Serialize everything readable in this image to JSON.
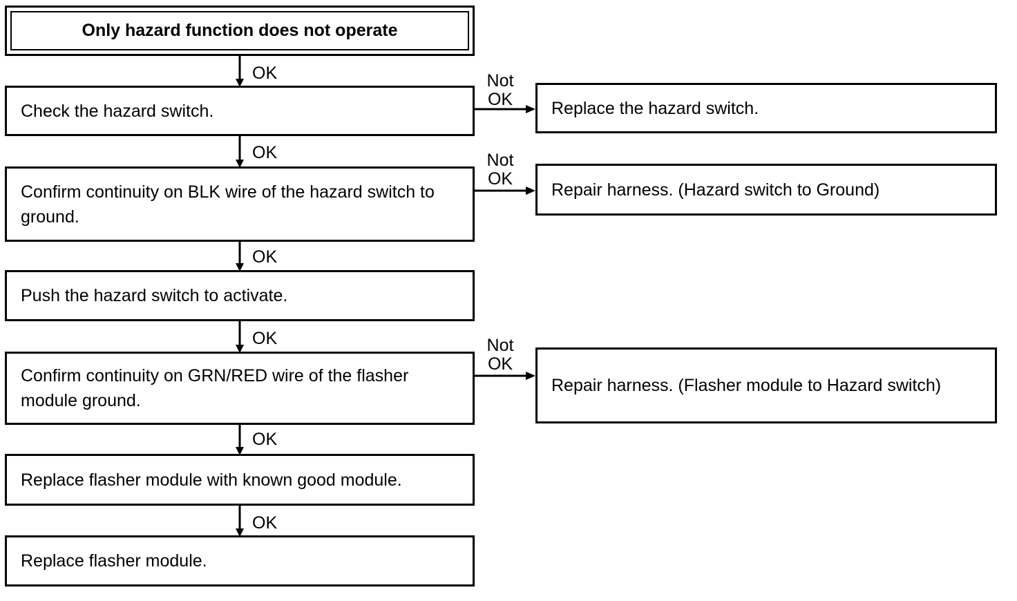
{
  "title": "Only hazard function does not operate",
  "steps": [
    "Check the hazard switch.",
    "Confirm continuity on BLK wire of the hazard switch to ground.",
    "Push the hazard switch to activate.",
    "Confirm continuity on GRN/RED wire of the flasher module ground.",
    "Replace flasher module with known good module.",
    "Replace flasher module."
  ],
  "results": [
    "Replace the hazard switch.",
    "Repair harness. (Hazard switch to Ground)",
    "Repair harness. (Flasher module to Hazard switch)"
  ],
  "labels": {
    "ok": "OK",
    "not": "Not"
  }
}
